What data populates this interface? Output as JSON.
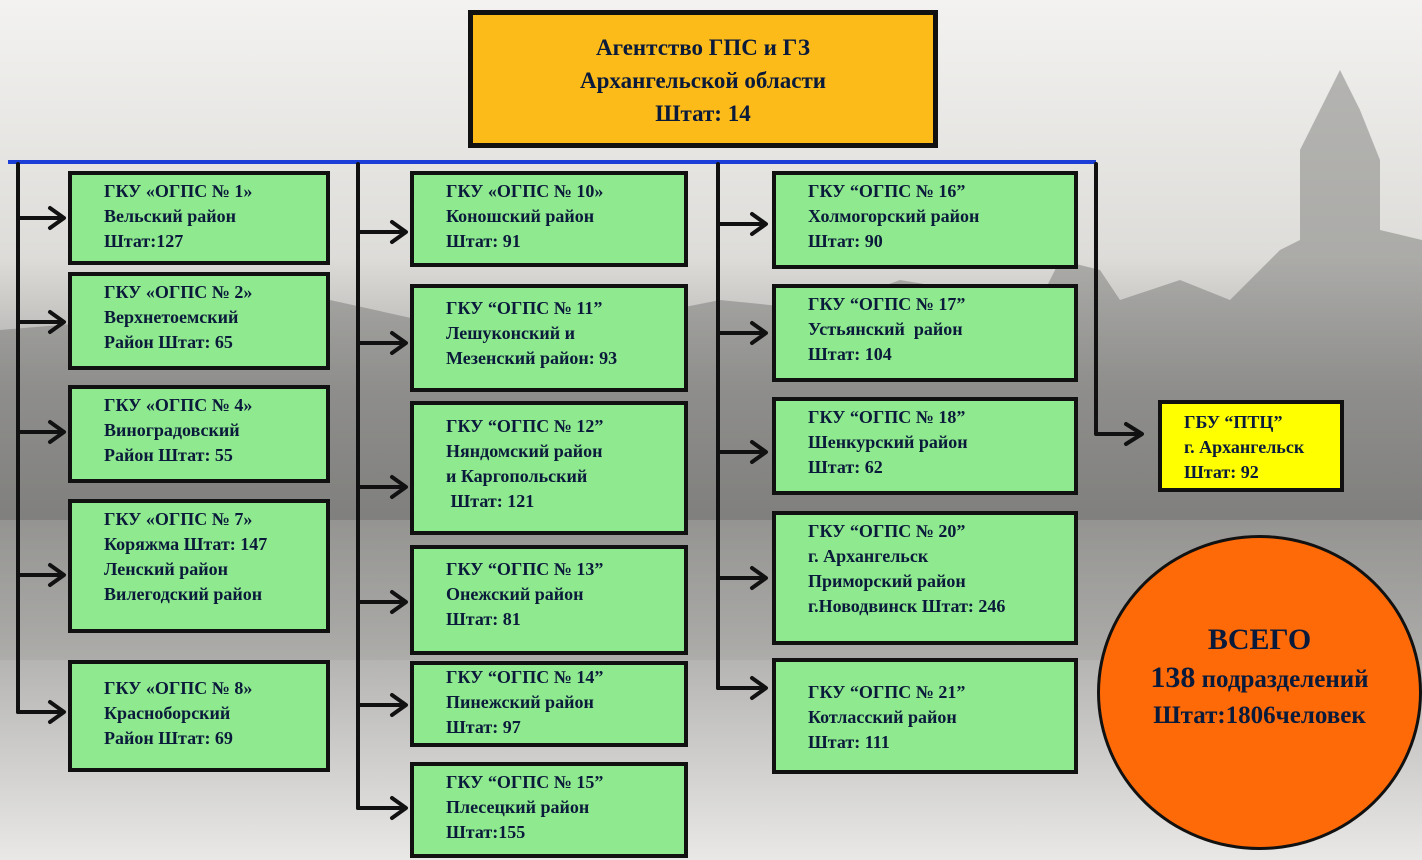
{
  "header": {
    "line1": "Агентство ГПС и ГЗ",
    "line2": "Архангельской области",
    "line3": "Штат: 14"
  },
  "column1": [
    {
      "l1": "ГКУ «ОГПС № 1»",
      "l2": "Вельский  район",
      "l3": "Штат:127"
    },
    {
      "l1": "ГКУ «ОГПС № 2»",
      "l2": "Верхнетоемский",
      "l3": "Район Штат: 65"
    },
    {
      "l1": "ГКУ «ОГПС № 4»",
      "l2": "Виноградовский",
      "l3": "Район Штат: 55"
    },
    {
      "l1": "ГКУ «ОГПС № 7»",
      "l2": "Коряжма Штат: 147",
      "l3": "Ленский район",
      "l4": "Вилегодский  район"
    },
    {
      "l1": "ГКУ «ОГПС № 8»",
      "l2": "Красноборский",
      "l3": "Район  Штат: 69"
    }
  ],
  "column2": [
    {
      "l1": "ГКУ «ОГПС № 10»",
      "l2": "Коношский район",
      "l3": "Штат: 91"
    },
    {
      "l1": "ГКУ “ОГПС № 11”",
      "l2": "Лешуконский и",
      "l3": "Мезенский район: 93"
    },
    {
      "l1": "ГКУ “ОГПС № 12”",
      "l2": "Няндомский район",
      "l3": "и Каргопольский",
      "l4": " Штат: 121"
    },
    {
      "l1": "ГКУ “ОГПС № 13”",
      "l2": "Онежский район",
      "l3": "Штат: 81"
    },
    {
      "l1": "ГКУ “ОГПС № 14”",
      "l2": "Пинежский район",
      "l3": "Штат: 97"
    },
    {
      "l1": "ГКУ “ОГПС № 15”",
      "l2": "Плесецкий район",
      "l3": "Штат:155"
    }
  ],
  "column3": [
    {
      "l1": "ГКУ “ОГПС № 16”",
      "l2": "Холмогорский район",
      "l3": "Штат: 90"
    },
    {
      "l1": "ГКУ “ОГПС № 17”",
      "l2": "Устьянский  район",
      "l3": "Штат: 104"
    },
    {
      "l1": "ГКУ “ОГПС № 18”",
      "l2": "Шенкурский район",
      "l3": "Штат: 62"
    },
    {
      "l1": "ГКУ “ОГПС № 20”",
      "l2": "г. Архангельск",
      "l3": "Приморский район",
      "l4": "г.Новодвинск Штат: 246"
    },
    {
      "l1": "ГКУ “ОГПС № 21”",
      "l2": "Котласский район",
      "l3": "Штат: 111"
    }
  ],
  "gbu": {
    "l1": "ГБУ “ПТЦ”",
    "l2": "г. Архангельск",
    "l3": "Штат: 92"
  },
  "total": {
    "line1": "ВСЕГО",
    "count": "138",
    "count_suffix": " подразделений",
    "line3": "Штат:1806человек"
  },
  "colors": {
    "node_fill": "#8fe98f",
    "header_fill": "#fdbb1a",
    "gbu_fill": "#ffff00",
    "total_fill": "#ff6a08",
    "bus_line": "#1b3fd6"
  }
}
